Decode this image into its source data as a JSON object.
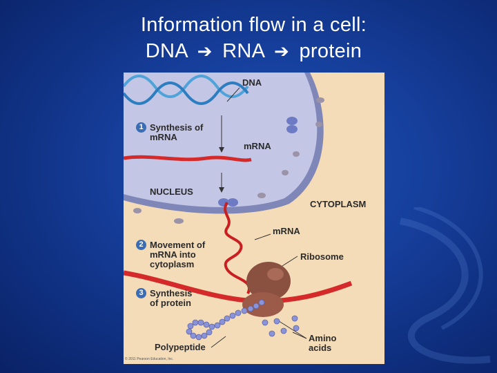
{
  "title": {
    "line1": "Information flow in a cell:",
    "line2_part1": "DNA",
    "line2_part2": "RNA",
    "line2_part3": "protein",
    "arrow_icon": "right-arrow-icon"
  },
  "figure": {
    "labels": {
      "dna": "DNA",
      "mrna_nucleus": "mRNA",
      "nucleus": "NUCLEUS",
      "cytoplasm": "CYTOPLASM",
      "mrna_cytoplasm": "mRNA",
      "ribosome": "Ribosome",
      "amino_acids_1": "Amino",
      "amino_acids_2": "acids",
      "polypeptide": "Polypeptide"
    },
    "steps": [
      {
        "number": "1",
        "line1": "Synthesis of",
        "line2": "mRNA",
        "line3": ""
      },
      {
        "number": "2",
        "line1": "Movement of",
        "line2": "mRNA into",
        "line3": "cytoplasm"
      },
      {
        "number": "3",
        "line1": "Synthesis",
        "line2": "of protein",
        "line3": ""
      }
    ],
    "credit": "© 2011 Pearson Education, Inc.",
    "colors": {
      "background": "#f5dcb8",
      "nucleus": "#c4c6e6",
      "dna": "#4fa3d8",
      "mrna": "#d42a2a",
      "ribosome": "#8a5040",
      "amino_acids": "#8a93d8",
      "step_badge": "#3a6db4"
    }
  }
}
